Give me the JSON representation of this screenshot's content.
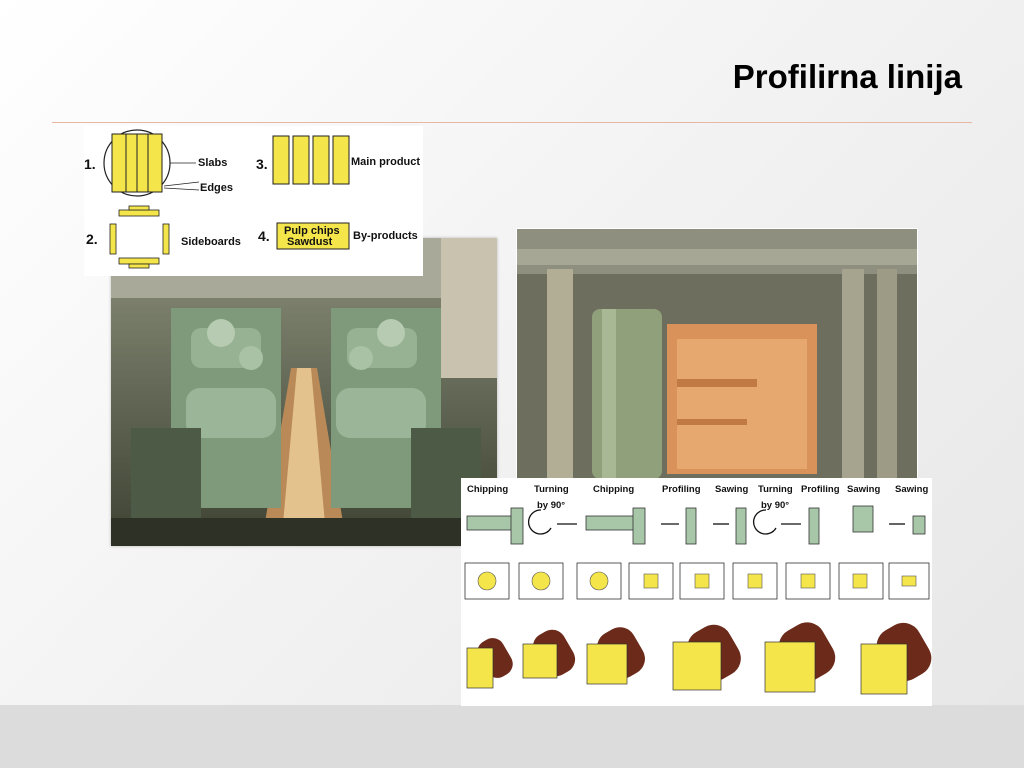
{
  "slide": {
    "title": "Profilirna linija"
  },
  "product_diagram": {
    "items": [
      {
        "number": "1.",
        "labels": [
          "Slabs",
          "Edges"
        ]
      },
      {
        "number": "2.",
        "labels": [
          "Sideboards"
        ]
      },
      {
        "number": "3.",
        "labels": [
          "Main product"
        ]
      },
      {
        "number": "4.",
        "box_lines": [
          "Pulp chips",
          "Sawdust"
        ],
        "labels": [
          "By-products"
        ]
      }
    ]
  },
  "process_diagram": {
    "steps": [
      "Chipping",
      "Turning",
      "Chipping",
      "Profiling",
      "Sawing",
      "Turning",
      "Profiling",
      "Sawing",
      "Sawing"
    ],
    "turn_note": "by 90°"
  },
  "colors": {
    "wood_yellow": "#f4e64a",
    "machine_green": "#a8c6a8",
    "log_brown": "#6b2a1a",
    "rule": "#e8b6a4"
  }
}
